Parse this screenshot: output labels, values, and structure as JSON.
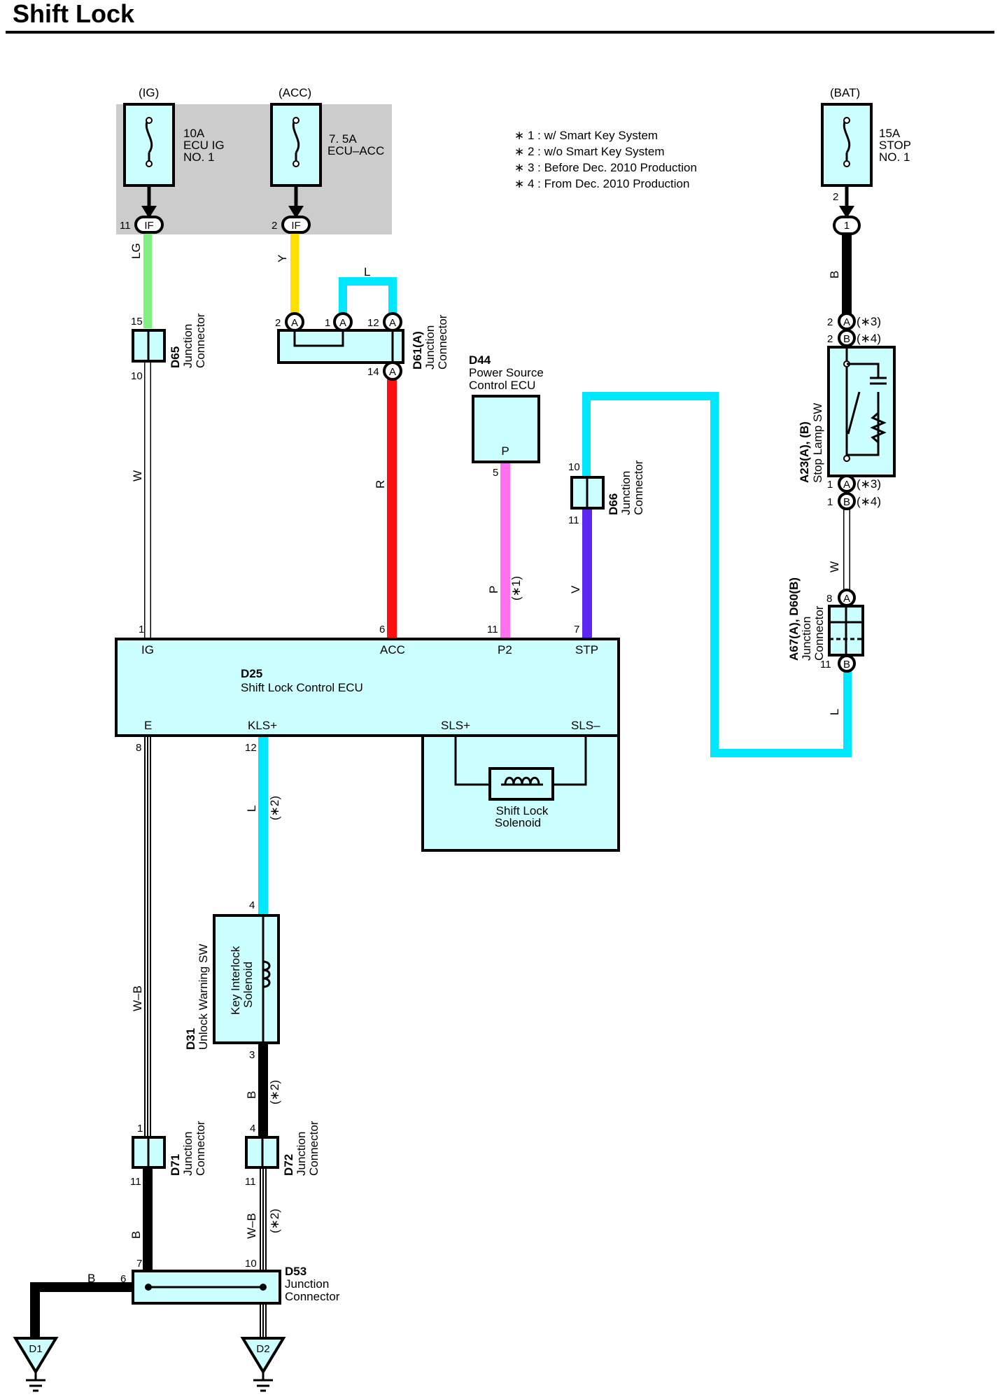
{
  "title": "Shift Lock",
  "notes": [
    "∗ 1 : w/ Smart Key System",
    "∗ 2 : w/o Smart Key System",
    "∗ 3 : Before Dec.  2010 Production",
    "∗ 4 : From Dec.  2010 Production"
  ],
  "fuses": {
    "ig": {
      "supply": "(IG)",
      "rating": "10A",
      "name1": "ECU IG",
      "name2": "NO. 1",
      "pin": "11",
      "conn": "IF"
    },
    "acc": {
      "supply": "(ACC)",
      "rating": "7. 5A",
      "name1": "ECU–ACC",
      "pin": "2",
      "conn": "IF"
    },
    "bat": {
      "supply": "(BAT)",
      "rating": "15A",
      "name1": "STOP",
      "name2": "NO. 1",
      "pin": "2",
      "conn": "1"
    }
  },
  "wires": {
    "lg": "LG",
    "y": "Y",
    "l_top": "L",
    "w_left": "W",
    "r": "R",
    "p": "P",
    "v": "V",
    "b_right": "B",
    "w_right": "W",
    "l_right": "L",
    "l_kls": "L",
    "wb_left": "W–B",
    "b_mid": "B",
    "b_d71": "B",
    "wb_d72": "W–B",
    "b_ground": "B"
  },
  "notes_tags": {
    "s1": "(∗1)",
    "s2": "(∗2)",
    "s3": "(∗3)",
    "s4": "(∗4)"
  },
  "connectors": {
    "d65": {
      "id": "D65",
      "l1": "Junction",
      "l2": "Connector",
      "pin_top": "15",
      "pin_bottom": "10"
    },
    "d61": {
      "id": "D61(A)",
      "l1": "Junction",
      "l2": "Connector",
      "pins": [
        "2",
        "1",
        "12",
        "14"
      ],
      "letter": "A"
    },
    "d44": {
      "id": "D44",
      "l1": "Power Source",
      "l2": "Control ECU",
      "term": "P",
      "pin": "5"
    },
    "d66": {
      "id": "D66",
      "l1": "Junction",
      "l2": "Connector",
      "pin_top": "10",
      "pin_bottom": "11"
    },
    "a23": {
      "id": "A23(A), (B)",
      "l1": "Stop Lamp SW",
      "pins_top": [
        "2",
        "2"
      ],
      "pins_bottom": [
        "1",
        "1"
      ],
      "a": "A",
      "b": "B"
    },
    "a67": {
      "id": "A67(A), D60(B)",
      "l1": "Junction",
      "l2": "Connector",
      "pin_top": "8",
      "pin_bottom": "11",
      "a": "A",
      "b": "B"
    },
    "d25": {
      "id": "D25",
      "name": "Shift Lock Control ECU",
      "top_pins": [
        "1",
        "6",
        "11",
        "7"
      ],
      "top_terms": [
        "IG",
        "ACC",
        "P2",
        "STP"
      ],
      "bottom_pins": [
        "8",
        "12"
      ],
      "bottom_terms": [
        "E",
        "KLS+",
        "SLS+",
        "SLS–"
      ]
    },
    "solenoid": {
      "l1": "Shift Lock",
      "l2": "Solenoid"
    },
    "d31": {
      "id": "D31",
      "l1": "Unlock Warning SW",
      "s1": "Key Interlock",
      "s2": "Solenoid",
      "pin_top": "4",
      "pin_bottom": "3"
    },
    "d71": {
      "id": "D71",
      "l1": "Junction",
      "l2": "Connector",
      "pin_top": "1",
      "pin_bottom": "11"
    },
    "d72": {
      "id": "D72",
      "l1": "Junction",
      "l2": "Connector",
      "pin_top": "4",
      "pin_bottom": "11"
    },
    "d53": {
      "id": "D53",
      "l1": "Junction",
      "l2": "Connector",
      "pins": [
        "7",
        "10",
        "6"
      ]
    },
    "grounds": [
      "D1",
      "D2"
    ]
  },
  "colors": {
    "lg": "#80f080",
    "y": "#ffe000",
    "l": "#00e8ff",
    "r": "#ff1010",
    "p": "#ff70f0",
    "v": "#5a28f0",
    "b": "#000000",
    "w": "#ffffff",
    "box": "#ccffff",
    "fuse_bg": "#cccccc"
  }
}
